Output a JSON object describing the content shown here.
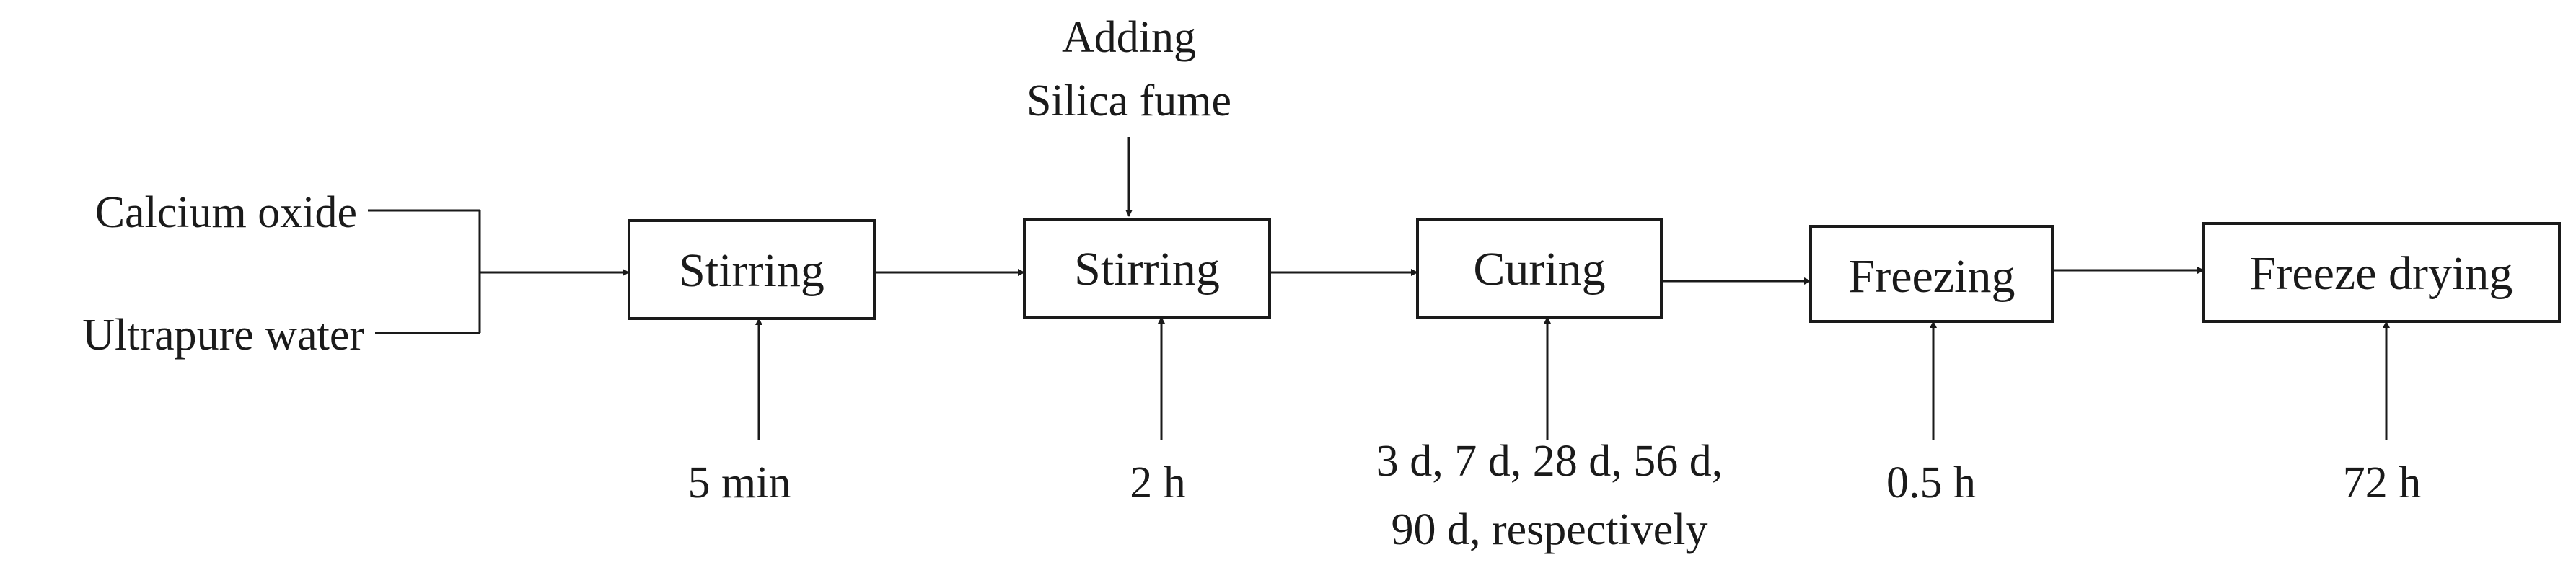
{
  "inputs": {
    "input_1": "Calcium oxide",
    "input_2": "Ultrapure water"
  },
  "additive": {
    "line_1": "Adding",
    "line_2": "Silica fume"
  },
  "steps": [
    {
      "label": "Stirring",
      "condition": [
        "5 min"
      ]
    },
    {
      "label": "Stirring",
      "condition": [
        "2 h"
      ]
    },
    {
      "label": "Curing",
      "condition": [
        "3 d, 7 d, 28 d, 56 d,",
        "90 d, respectively"
      ]
    },
    {
      "label": "Freezing",
      "condition": [
        "0.5 h"
      ]
    },
    {
      "label": "Freeze drying",
      "condition": [
        "72 h"
      ]
    }
  ]
}
